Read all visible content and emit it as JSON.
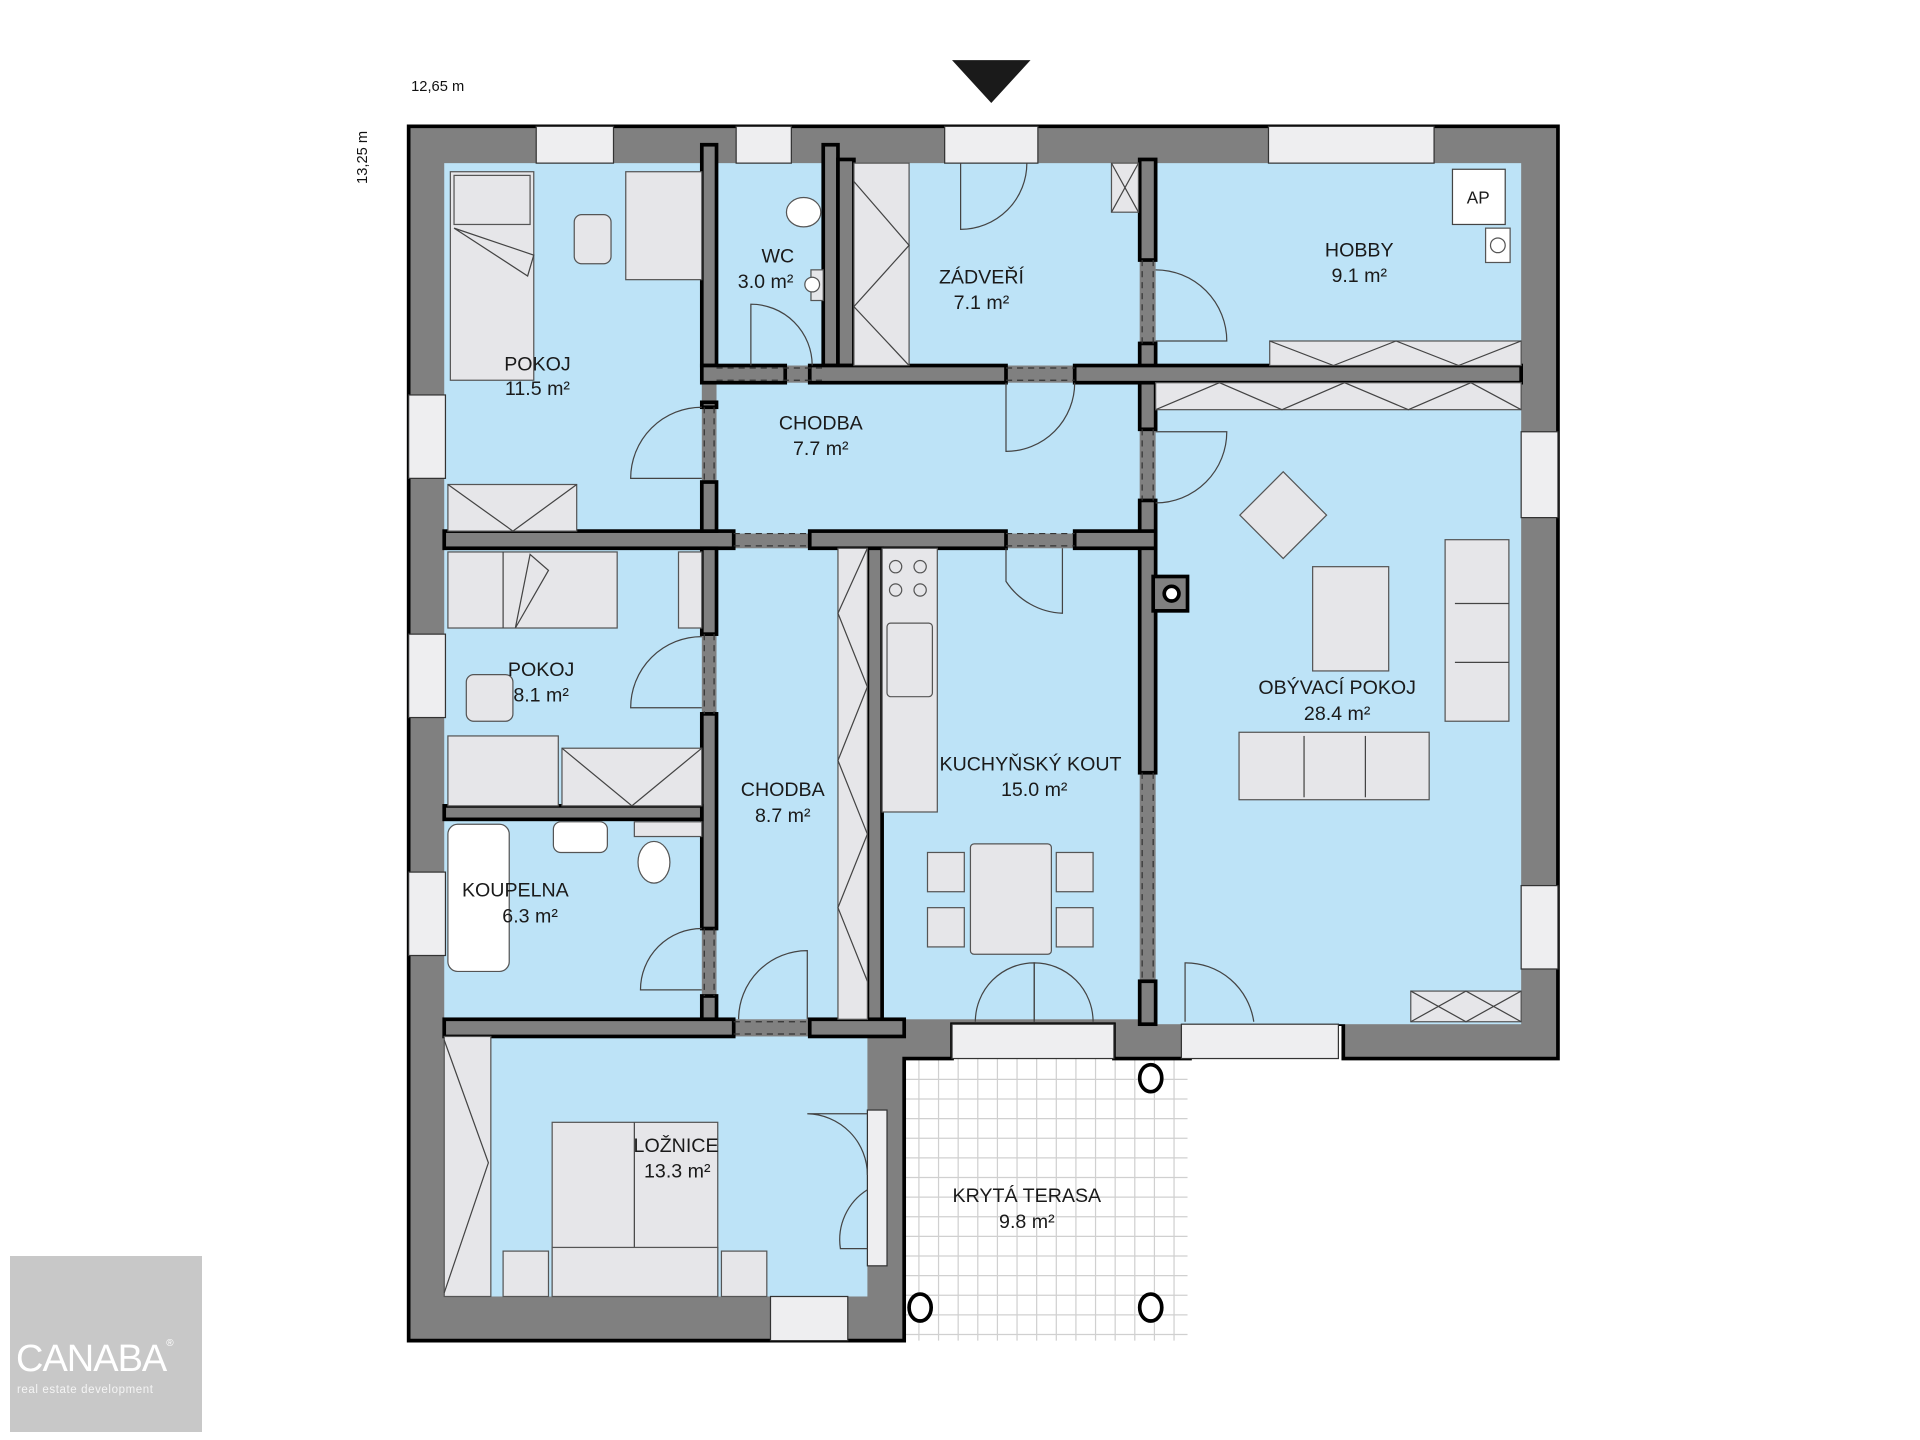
{
  "dimensions": {
    "width_label": "12,65 m",
    "height_label": "13,25 m"
  },
  "entrance_marker": "entrance-arrow",
  "rooms": {
    "pokoj1": {
      "name": "POKOJ",
      "area": "11.5 m²"
    },
    "wc": {
      "name": "WC",
      "area": "3.0 m²"
    },
    "zadveri": {
      "name": "ZÁDVEŘÍ",
      "area": "7.1 m²"
    },
    "hobby": {
      "name": "HOBBY",
      "area": "9.1 m²",
      "appliance_label": "AP"
    },
    "chodba1": {
      "name": "CHODBA",
      "area": "7.7 m²"
    },
    "pokoj2": {
      "name": "POKOJ",
      "area": "8.1 m²"
    },
    "chodba2": {
      "name": "CHODBA",
      "area": "8.7 m²"
    },
    "kuchyn": {
      "name": "KUCHYŇSKÝ KOUT",
      "area": "15.0 m²"
    },
    "obyvak": {
      "name": "OBÝVACÍ POKOJ",
      "area": "28.4 m²"
    },
    "koupelna": {
      "name": "KOUPELNA",
      "area": "6.3 m²"
    },
    "loznice": {
      "name": "LOŽNICE",
      "area": "13.3 m²"
    },
    "terasa": {
      "name": "KRYTÁ TERASA",
      "area": "9.8 m²"
    }
  },
  "colors": {
    "room_fill": "#bde3f7",
    "wall_fill": "#808080",
    "furniture_fill": "#e6e6e9",
    "logo_bg": "#c8c8c8"
  },
  "logo": {
    "name": "CANABA",
    "registered": "®",
    "tagline": "real estate development"
  }
}
